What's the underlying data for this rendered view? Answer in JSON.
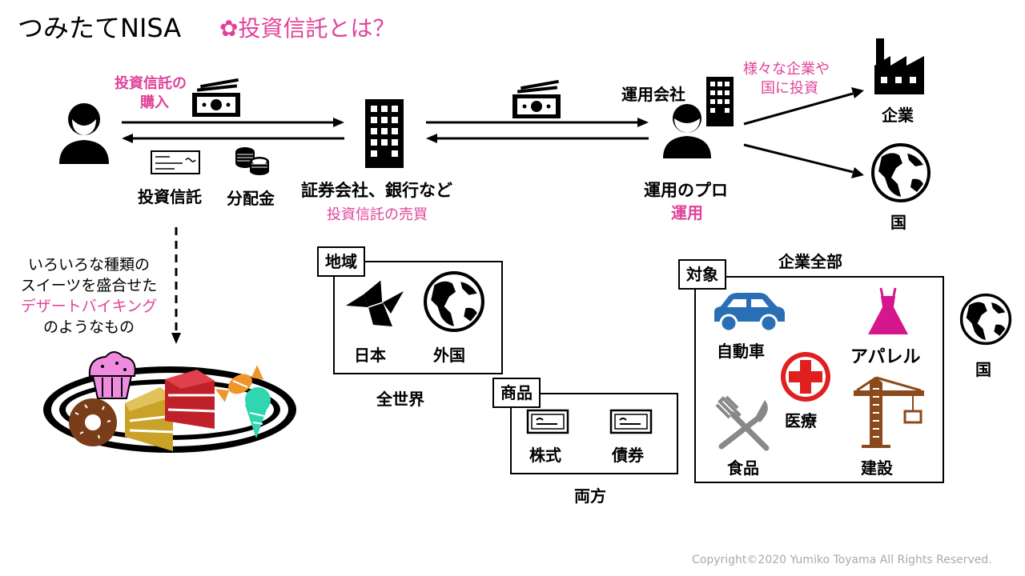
{
  "header": {
    "title": "つみたてNISA",
    "subtitle_mark": "✿",
    "subtitle": "投資信託とは？"
  },
  "flow": {
    "buy_label_line1": "投資信託の",
    "buy_label_line2": "購入",
    "returns_fund": "投資信託",
    "returns_dividend": "分配金",
    "broker_name": "証券会社、銀行など",
    "broker_role": "投資信託の売買",
    "manager_company": "運用会社",
    "manager_name": "運用のプロ",
    "manager_role": "運用",
    "invest_line1": "様々な企業や",
    "invest_line2": "国に投資",
    "target_company": "企業",
    "target_country": "国"
  },
  "analogy": {
    "line1": "いろいろな種類の",
    "line2": "スイーツを盛合せた",
    "line3": "デザートバイキング",
    "line4": "のようなもの"
  },
  "region_box": {
    "tag": "地域",
    "items": [
      "日本",
      "外国"
    ],
    "caption": "全世界"
  },
  "product_box": {
    "tag": "商品",
    "items": [
      "株式",
      "債券"
    ],
    "caption": "両方"
  },
  "target_box": {
    "tag": "対象",
    "caption": "企業全部",
    "items": [
      "自動車",
      "アパレル",
      "医療",
      "食品",
      "建設"
    ],
    "outside_label": "国"
  },
  "footer": {
    "copyright": "Copyright©2020 Yumiko Toyama All Rights Reserved."
  },
  "colors": {
    "accent": "#e0429a",
    "car": "#2a6fb5",
    "dress": "#d6168f",
    "medical": "#e02020",
    "crane": "#8a4a1c",
    "muffin": "#f08ce0",
    "donut": "#7a3d1a",
    "cake_yellow": "#c9a227",
    "cake_red": "#c0202a",
    "candy": "#f0952c",
    "icecream": "#2fd6b0"
  }
}
